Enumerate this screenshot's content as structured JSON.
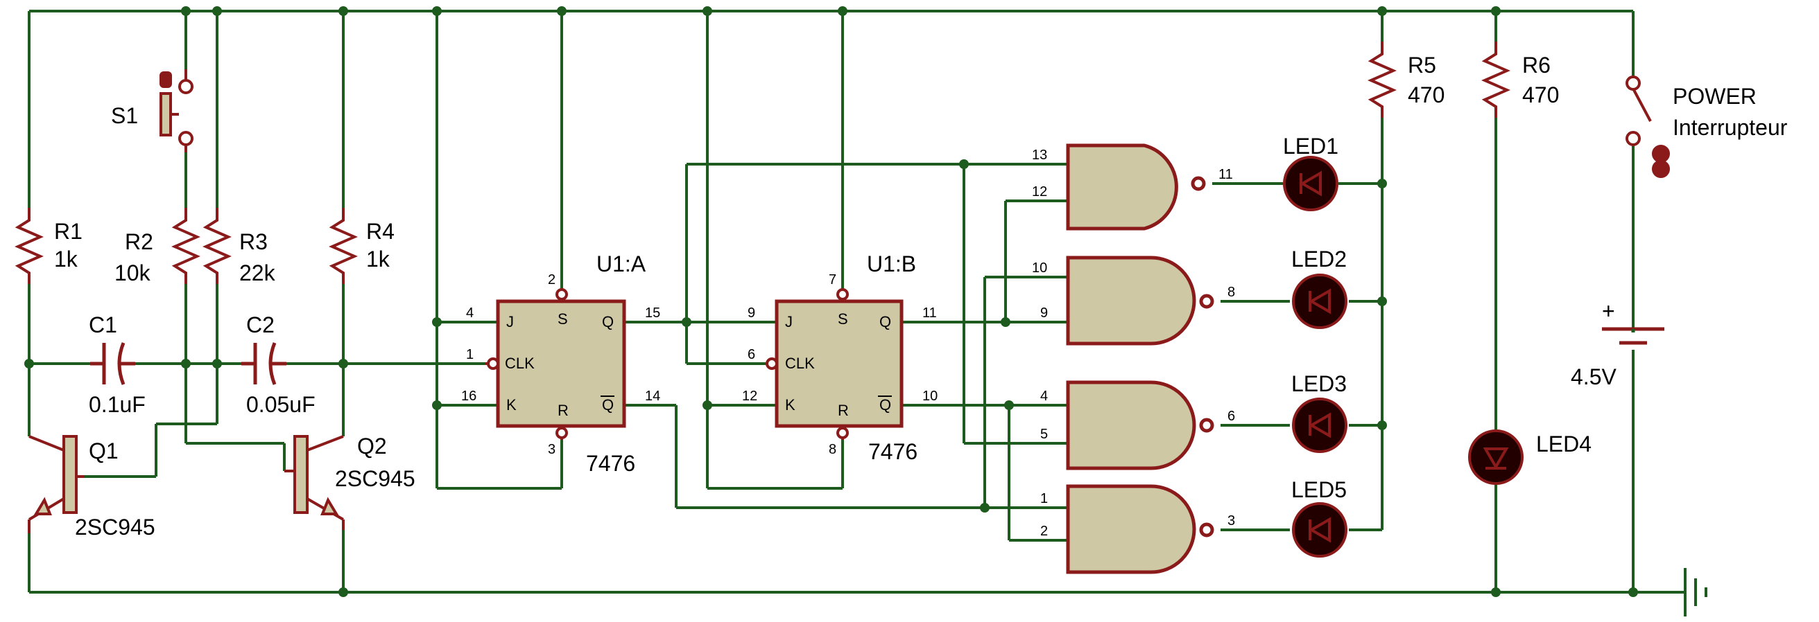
{
  "colors": {
    "wire": "#1e5b1e",
    "component": "#8b1a1a",
    "body_fill": "#cfc8a5",
    "led_fill": "#220000",
    "junction": "#1e5b1e",
    "background": "#ffffff"
  },
  "labels": {
    "R1": "R1",
    "R1_val": "1k",
    "R2": "R2",
    "R2_val": "10k",
    "R3": "R3",
    "R3_val": "22k",
    "R4": "R4",
    "R4_val": "1k",
    "R5": "R5",
    "R5_val": "470",
    "R6": "R6",
    "R6_val": "470",
    "S1": "S1",
    "C1": "C1",
    "C1_val": "0.1uF",
    "C2": "C2",
    "C2_val": "0.05uF",
    "Q1": "Q1",
    "Q1_val": "2SC945",
    "Q2": "Q2",
    "Q2_val": "2SC945",
    "U1A": "U1:A",
    "U1A_val": "7476",
    "U1B": "U1:B",
    "U1B_val": "7476",
    "LED1": "LED1",
    "LED2": "LED2",
    "LED3": "LED3",
    "LED4": "LED4",
    "LED5": "LED5",
    "POWER": "POWER",
    "POWER_sub": "Interrupteur",
    "BAT_val": "4.5V",
    "BAT_plus": "+"
  },
  "pins": {
    "ffA": {
      "J": "J",
      "S": "S",
      "Q": "Q",
      "CLK": "CLK",
      "K": "K",
      "R": "R",
      "Qbar": "Q",
      "p4": "4",
      "p2": "2",
      "p15": "15",
      "p1": "1",
      "p16": "16",
      "p3": "3",
      "p14": "14"
    },
    "ffB": {
      "J": "J",
      "S": "S",
      "Q": "Q",
      "CLK": "CLK",
      "K": "K",
      "R": "R",
      "Qbar": "Q",
      "p9": "9",
      "p7": "7",
      "p11": "11",
      "p6": "6",
      "p12": "12",
      "p8": "8",
      "p10": "10"
    },
    "gates": {
      "g1_in1": "13",
      "g1_in2": "12",
      "g1_out": "11",
      "g2_in1": "10",
      "g2_in2": "9",
      "g2_out": "8",
      "g3_in1": "4",
      "g3_in2": "5",
      "g3_out": "6",
      "g4_in1": "1",
      "g4_in2": "2",
      "g4_out": "3"
    }
  }
}
